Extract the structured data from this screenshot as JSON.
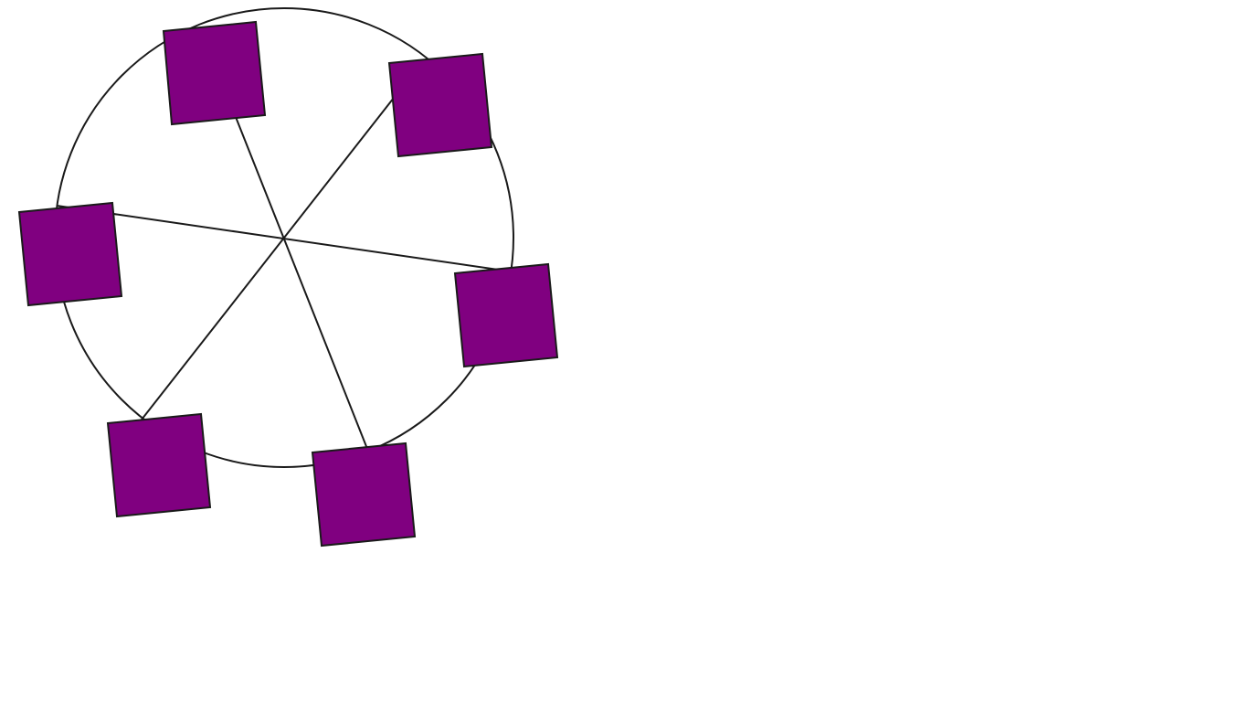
{
  "diagram": {
    "kind": "ferris-wheel",
    "cabin_count": 6,
    "spoke_count": 3,
    "colors": {
      "background": "#ffffff",
      "cabin_fill": "#800080",
      "stroke": "#1a1a1a"
    }
  }
}
